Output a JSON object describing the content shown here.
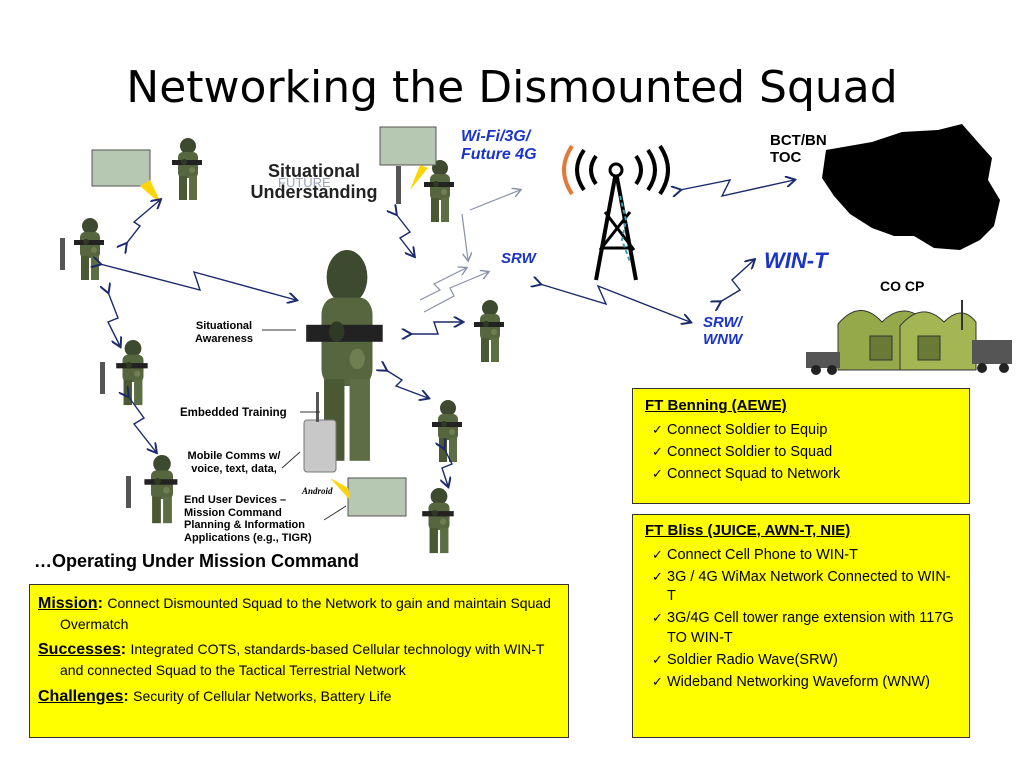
{
  "slide": {
    "title": "Networking the Dismounted Squad"
  },
  "diagram": {
    "situational_understanding": "Situational Understanding",
    "future_watermark": "FUTURE",
    "wifi_label": "Wi-Fi/3G/ Future 4G",
    "srw_label": "SRW",
    "bct_label": "BCT/BN TOC",
    "wint_label": "WIN-T",
    "co_cp_label": "CO CP",
    "srw_wnw_label": "SRW/ WNW",
    "situational_awareness": "Situational Awareness",
    "embedded_training": "Embedded Training",
    "mobile_comms": "Mobile Comms w/ voice, text, data,",
    "android_label": "Android",
    "end_user_devices": "End User Devices – Mission Command Planning & Information Applications (e.g., TIGR)",
    "operating_caption": "…Operating Under Mission Command"
  },
  "mission_box": {
    "mission_key": "Mission",
    "mission_text": "Connect Dismounted Squad to the Network to gain and maintain Squad Overmatch",
    "successes_key": "Successes",
    "successes_text": "Integrated COTS, standards-based Cellular technology with WIN-T and connected Squad to the Tactical Terrestrial Network",
    "challenges_key": "Challenges",
    "challenges_text": "Security of Cellular Networks, Battery Life"
  },
  "benning_box": {
    "heading": "FT Benning (AEWE)",
    "items": [
      "Connect Soldier to Equip",
      "Connect Soldier to Squad",
      "Connect Squad to Network"
    ]
  },
  "bliss_box": {
    "heading": "FT Bliss (JUICE, AWN-T, NIE)",
    "items": [
      "Connect Cell Phone to WIN-T",
      "3G / 4G WiMax Network Connected to WIN-T",
      "3G/4G Cell tower range extension with 117G TO WIN-T",
      "Soldier Radio Wave(SRW)",
      "Wideband Networking Waveform (WNW)"
    ]
  },
  "colors": {
    "box_fill": "#ffff00",
    "label_blue": "#1a33c8",
    "camo": "#4d5b3a"
  },
  "icons": {
    "check": "✓"
  }
}
